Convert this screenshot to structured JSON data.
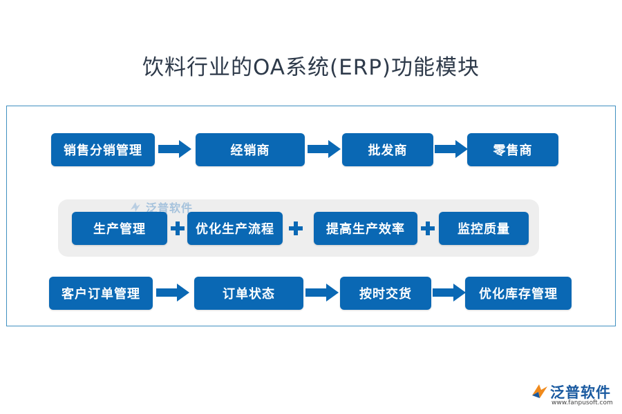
{
  "title": "饮料行业的OA系统(ERP)功能模块",
  "colors": {
    "box": "#0a68b4",
    "frame": "#3f8fc0",
    "band": "#eeeeee"
  },
  "row1": [
    "销售分销管理",
    "经销商",
    "批发商",
    "零售商"
  ],
  "row2": [
    "生产管理",
    "优化生产流程",
    "提高生产效率",
    "监控质量"
  ],
  "row3": [
    "客户订单管理",
    "订单状态",
    "按时交货",
    "优化库存管理"
  ],
  "watermark": {
    "text": "泛普软件"
  },
  "brand": {
    "name": "泛普软件",
    "url": "www.fanpusoft.com"
  }
}
